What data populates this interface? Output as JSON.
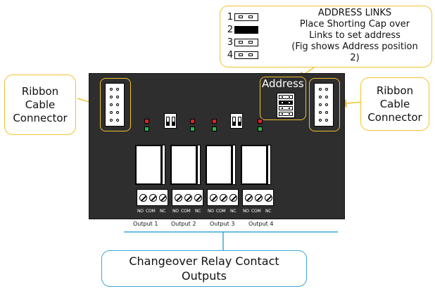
{
  "callouts": {
    "ribbon_left": "Ribbon\nCable\nConnector",
    "ribbon_right": "Ribbon\nCable\nConnector",
    "address_links": "ADDRESS LINKS\nPlace Shorting Cap over\nLinks to set address\n(Fig shows Address position\n2)",
    "outputs": "Changeover Relay Contact\nOutputs"
  },
  "address_label": "Address",
  "link_legend": [
    {
      "num": "1",
      "capped": false
    },
    {
      "num": "2",
      "capped": true
    },
    {
      "num": "3",
      "capped": false
    },
    {
      "num": "4",
      "capped": false
    }
  ],
  "terminal_labels": {
    "no": "NO",
    "com": "COM",
    "nc": "NC"
  },
  "outputs": [
    {
      "label": "Output 1"
    },
    {
      "label": "Output 2"
    },
    {
      "label": "Output 3"
    },
    {
      "label": "Output 4"
    }
  ],
  "colors": {
    "callout_border": "#f2c230",
    "outputs_border": "#3aa7d8",
    "board": "#2e2e2e",
    "led_red": "#e02020",
    "led_green": "#2fb34a"
  }
}
